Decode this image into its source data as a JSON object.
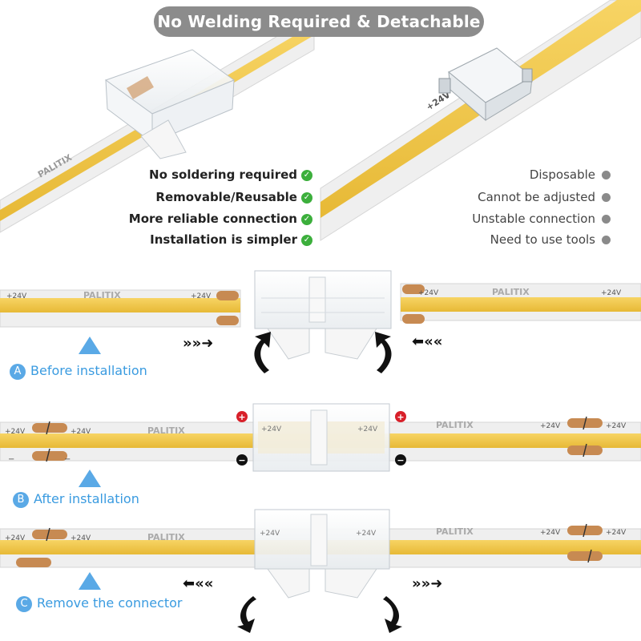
{
  "banner_title": "No Welding Required & Detachable",
  "advantages": [
    {
      "text": "No soldering required"
    },
    {
      "text": "Removable/Reusable"
    },
    {
      "text": "More reliable connection"
    },
    {
      "text": "Installation is simpler"
    }
  ],
  "disadvantages": [
    {
      "text": "Disposable"
    },
    {
      "text": "Cannot be adjusted"
    },
    {
      "text": "Unstable connection"
    },
    {
      "text": "Need to use tools"
    }
  ],
  "steps": [
    {
      "letter": "A",
      "label": "Before installation"
    },
    {
      "letter": "B",
      "label": "After installation"
    },
    {
      "letter": "C",
      "label": "Remove the connector"
    }
  ],
  "strip_labels": {
    "voltage": "+24V",
    "brand": "PALITIX",
    "minus": "−",
    "plus_sign": "+",
    "minus_sign": "−"
  },
  "colors": {
    "strip_yellow": "#f2c744",
    "strip_white": "#eeeeee",
    "pad_copper": "#c78a52",
    "banner_gray": "#8c8c8c",
    "check_green": "#3caf3c",
    "step_blue": "#5aa9e6",
    "pole_red": "#d8202a"
  }
}
